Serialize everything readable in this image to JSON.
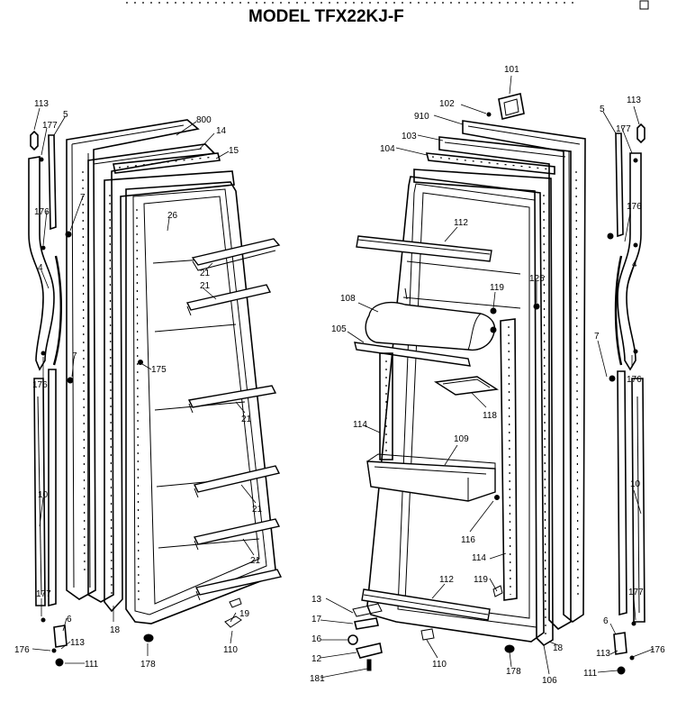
{
  "title": "MODEL TFX22KJ-F",
  "callouts": {
    "l113_top": "113",
    "l5_left": "5",
    "l177_left_top": "177",
    "l800": "800",
    "l14": "14",
    "l15": "15",
    "l7_left_upper": "7",
    "l176_left_upper": "176",
    "l26": "26",
    "l4_left": "4",
    "l21_a": "21",
    "l21_b": "21",
    "l176_left_mid": "176",
    "l7_left_lower": "7",
    "l175_left": "175",
    "l21_c": "21",
    "l10_left": "10",
    "l21_d": "21",
    "l21_e": "21",
    "l177_left_bottom": "177",
    "l6_left": "6",
    "l18_left": "18",
    "l19": "19",
    "l113_left_bottom": "113",
    "l176_left_bottom": "176",
    "l111_left": "111",
    "l178_left": "178",
    "l110_left": "110",
    "l101": "101",
    "l102": "102",
    "l910": "910",
    "l103": "103",
    "l104": "104",
    "l5_right": "5",
    "l113_right_top": "113",
    "l177_right_top": "177",
    "l112_top": "112",
    "l176_right_upper": "176",
    "l4_right": "4",
    "l108": "108",
    "l119_top": "119",
    "l125": "125",
    "l105": "105",
    "l7_right": "7",
    "l176_right_mid": "176",
    "l118": "118",
    "l114_left": "114",
    "l109": "109",
    "l10_right": "10",
    "l116": "116",
    "l114_right": "114",
    "l112_bottom": "112",
    "l119_bottom": "119",
    "l177_right_bottom": "177",
    "l13": "13",
    "l17": "17",
    "l16": "16",
    "l6_right": "6",
    "l12": "12",
    "l110_right": "110",
    "l113_right_bottom": "113",
    "l176_right_bottom": "176",
    "l18_right": "18",
    "l181": "181",
    "l178_right": "178",
    "l106": "106",
    "l111_right": "111"
  }
}
